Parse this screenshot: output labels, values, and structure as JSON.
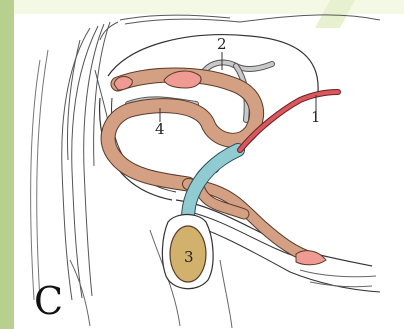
{
  "panel_letter": "C",
  "labels": [
    {
      "id": "1",
      "text": "1"
    },
    {
      "id": "2",
      "text": "2"
    },
    {
      "id": "3",
      "text": "3"
    },
    {
      "id": "4",
      "text": "4"
    }
  ],
  "colors": {
    "frame_green": "#b8d08e",
    "frame_light": "#f4f9e6",
    "background": "#ffffff",
    "tube_tan": "#d4a083",
    "tube_outline": "#5a3a2a",
    "duct_blue": "#8fcbd1",
    "artery_red": "#d9585d",
    "pink_gland": "#ef9a93",
    "gray_vessel": "#bdbdbd",
    "testis_fill": "#d1b16b",
    "outline": "#2a2a2a"
  }
}
